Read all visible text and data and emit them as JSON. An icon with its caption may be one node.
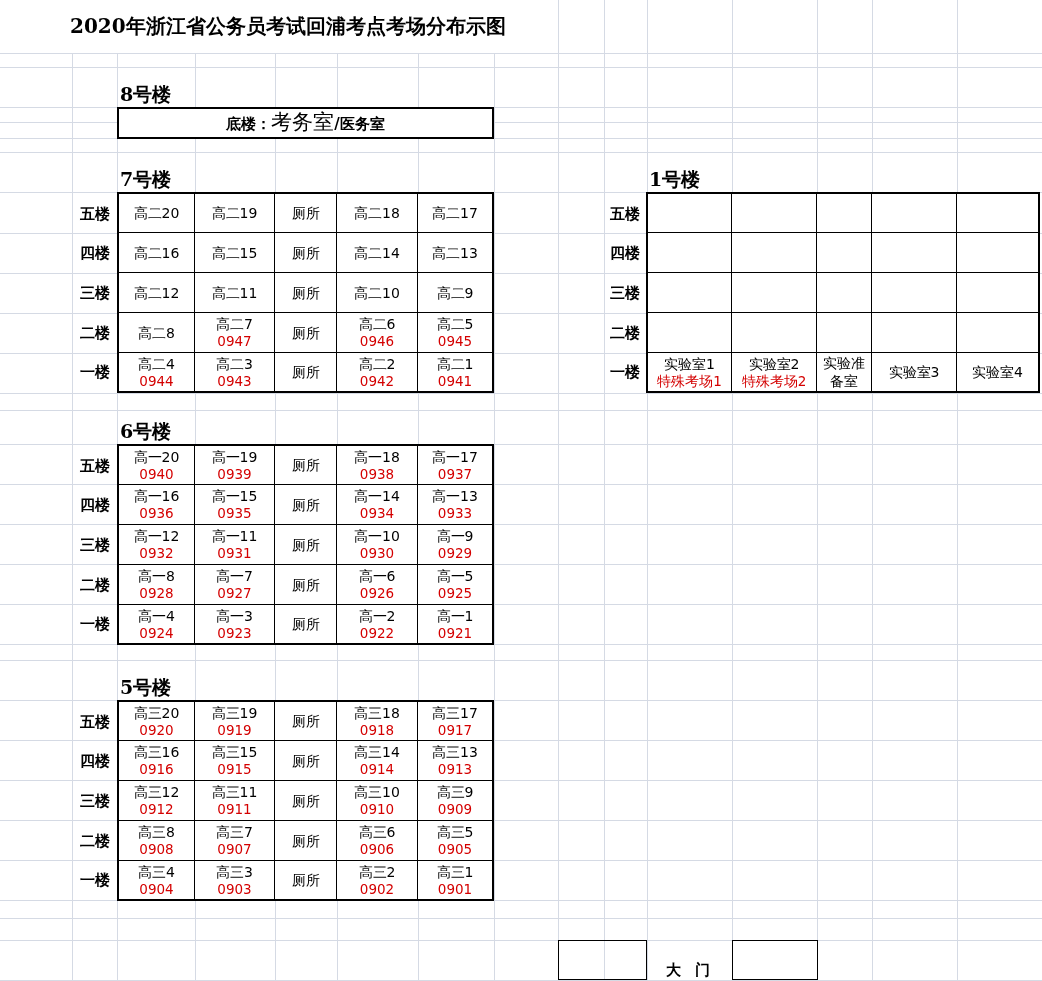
{
  "diagram": {
    "title": "2020年浙江省公务员考试回浦考点考场分布示图",
    "nodes": [
      {
        "text": [
          "8号楼",
          "**底楼：**考务室**/医务室**"
        ]
      },
      {
        "text": [
          "7号楼"
        ]
      },
      {
        "text": [
          "高二20"
        ],
        "in": 1
      },
      {
        "text": [
          "高二19"
        ],
        "in": 1
      },
      {
        "text": [
          "厕所"
        ],
        "in": 1
      },
      {
        "text": [
          "高二18"
        ],
        "in": 1
      },
      {
        "text": [
          "高二17"
        ],
        "in": 1
      },
      {
        "text": [
          "高二16"
        ],
        "in": 1
      },
      {
        "text": [
          "高二15"
        ],
        "in": 1
      },
      {
        "text": [
          "厕所"
        ],
        "in": 1
      },
      {
        "text": [
          "高二14"
        ],
        "in": 1
      },
      {
        "text": [
          "高二13"
        ],
        "in": 1
      },
      {
        "text": [
          "高二12"
        ],
        "in": 1
      },
      {
        "text": [
          "高二11"
        ],
        "in": 1
      },
      {
        "text": [
          "厕所"
        ],
        "in": 1
      },
      {
        "text": [
          "高二10"
        ],
        "in": 1
      },
      {
        "text": [
          "高二9"
        ],
        "in": 1
      },
      {
        "text": [
          "高二8"
        ],
        "in": 1
      },
      {
        "text": [
          "高二7",
          "0947"
        ],
        "in": 1
      },
      {
        "text": [
          "厕所"
        ],
        "in": 1
      },
      {
        "text": [
          "高二6",
          "0946"
        ],
        "in": 1
      },
      {
        "text": [
          "高二5",
          "0945"
        ],
        "in": 1
      },
      {
        "text": [
          "高二4",
          "0944"
        ],
        "in": 1
      },
      {
        "text": [
          "高二3",
          "0943"
        ],
        "in": 1
      },
      {
        "text": [
          "厕所"
        ],
        "in": 1
      },
      {
        "text": [
          "高二2",
          "0942"
        ],
        "in": 1
      },
      {
        "text": [
          "高二1",
          "0941"
        ],
        "in": 1
      },
      {
        "text": [
          "1号楼"
        ]
      },
      {
        "text": [],
        "shape": "box",
        "in": 27
      },
      {
        "text": [],
        "shape": "box",
        "in": 27
      },
      {
        "text": [],
        "shape": "box",
        "in": 27
      },
      {
        "text": [],
        "shape": "box",
        "in": 27
      },
      {
        "text": [],
        "shape": "box",
        "in": 27
      },
      {
        "text": [],
        "shape": "box",
        "in": 27
      },
      {
        "text": [],
        "shape": "box",
        "in": 27
      },
      {
        "text": [],
        "shape": "box",
        "in": 27
      },
      {
        "text": [],
        "shape": "box",
        "in": 27
      },
      {
        "text": [],
        "shape": "box",
        "in": 27
      },
      {
        "text": [],
        "shape": "box",
        "in": 27
      },
      {
        "text": [],
        "shape": "box",
        "in": 27
      },
      {
        "text": [],
        "shape": "box",
        "in": 27
      },
      {
        "text": [],
        "shape": "box",
        "in": 27
      },
      {
        "text": [],
        "shape": "box",
        "in": 27
      },
      {
        "text": [],
        "shape": "box",
        "in": 27
      },
      {
        "text": [],
        "shape": "box",
        "in": 27
      },
      {
        "text": [],
        "shape": "box",
        "in": 27
      },
      {
        "text": [],
        "shape": "box",
        "in": 27
      },
      {
        "text": [],
        "shape": "box",
        "in": 27
      },
      {
        "text": [
          "实验室1",
          "特殊考场1"
        ],
        "in": 27
      },
      {
        "text": [
          "实验室2",
          "特殊考场2"
        ],
        "in": 27
      },
      {
        "text": [
          "实验准备室"
        ],
        "in": 27
      },
      {
        "text": [
          "实验室3"
        ],
        "in": 27
      },
      {
        "text": [
          "实验室4"
        ],
        "in": 27
      },
      {
        "text": [
          "6号楼"
        ]
      },
      {
        "text": [
          "高一20",
          "0940"
        ],
        "in": 53
      },
      {
        "text": [
          "高一19",
          "0939"
        ],
        "in": 53
      },
      {
        "text": [
          "厕所"
        ],
        "in": 53
      },
      {
        "text": [
          "高一18",
          "0938"
        ],
        "in": 53
      },
      {
        "text": [
          "高一17",
          "0937"
        ],
        "in": 53
      },
      {
        "text": [
          "高一16",
          "0936"
        ],
        "in": 53
      },
      {
        "text": [
          "高一15",
          "0935"
        ],
        "in": 53
      },
      {
        "text": [
          "厕所"
        ],
        "in": 53
      },
      {
        "text": [
          "高一14",
          "0934"
        ],
        "in": 53
      },
      {
        "text": [
          "高一13",
          "0933"
        ],
        "in": 53
      },
      {
        "text": [
          "高一12",
          "0932"
        ],
        "in": 53
      },
      {
        "text": [
          "高一11",
          "0931"
        ],
        "in": 53
      },
      {
        "text": [
          "厕所"
        ],
        "in": 53
      },
      {
        "text": [
          "高一10",
          "0930"
        ],
        "in": 53
      },
      {
        "text": [
          "高一9",
          "0929"
        ],
        "in": 53
      },
      {
        "text": [
          "高一8",
          "0928"
        ],
        "in": 53
      },
      {
        "text": [
          "高一7",
          "0927"
        ],
        "in": 53
      },
      {
        "text": [
          "厕所"
        ],
        "in": 53
      },
      {
        "text": [
          "高一6",
          "0926"
        ],
        "in": 53
      },
      {
        "text": [
          "高一5",
          "0925"
        ],
        "in": 53
      },
      {
        "text": [
          "高一4",
          "0924"
        ],
        "in": 53
      },
      {
        "text": [
          "高一3",
          "0923"
        ],
        "in": 53
      },
      {
        "text": [
          "厕所"
        ],
        "in": 53
      },
      {
        "text": [
          "高一2",
          "0922"
        ],
        "in": 53
      },
      {
        "text": [
          "高一1",
          "0921"
        ],
        "in": 53
      },
      {
        "text": [
          "5号楼"
        ]
      },
      {
        "text": [
          "高三20",
          "0920"
        ],
        "in": 79
      },
      {
        "text": [
          "高三19",
          "0919"
        ],
        "in": 79
      },
      {
        "text": [
          "厕所"
        ],
        "in": 79
      },
      {
        "text": [
          "高三18",
          "0918"
        ],
        "in": 79
      },
      {
        "text": [
          "高三17",
          "0917"
        ],
        "in": 79
      },
      {
        "text": [
          "高三16",
          "0916"
        ],
        "in": 79
      },
      {
        "text": [
          "高三15",
          "0915"
        ],
        "in": 79
      },
      {
        "text": [
          "厕所"
        ],
        "in": 79
      },
      {
        "text": [
          "高三14",
          "0914"
        ],
        "in": 79
      },
      {
        "text": [
          "高三13",
          "0913"
        ],
        "in": 79
      },
      {
        "text": [
          "高三12",
          "0912"
        ],
        "in": 79
      },
      {
        "text": [
          "高三11",
          "0911"
        ],
        "in": 79
      },
      {
        "text": [
          "厕所"
        ],
        "in": 79
      },
      {
        "text": [
          "高三10",
          "0910"
        ],
        "in": 79
      },
      {
        "text": [
          "高三9",
          "0909"
        ],
        "in": 79
      },
      {
        "text": [
          "高三8",
          "0908"
        ],
        "in": 79
      },
      {
        "text": [
          "高三7",
          "0907"
        ],
        "in": 79
      },
      {
        "text": [
          "厕所"
        ],
        "in": 79
      },
      {
        "text": [
          "高三6",
          "0906"
        ],
        "in": 79
      },
      {
        "text": [
          "高三5",
          "0905"
        ],
        "in": 79
      },
      {
        "text": [
          "高三4",
          "0904"
        ],
        "in": 79
      },
      {
        "text": [
          "高三3",
          "0903"
        ],
        "in": 79
      },
      {
        "text": [
          "厕所"
        ],
        "in": 79
      },
      {
        "text": [
          "高三2",
          "0902"
        ],
        "in": 79
      },
      {
        "text": [
          "高三1",
          "0901"
        ],
        "in": 79
      },
      {
        "text": [],
        "shape": "box"
      },
      {
        "text": [],
        "shape": "box"
      }
    ],
    "labels": [
      "五楼",
      "四楼",
      "三楼",
      "二楼",
      "一楼",
      "五楼",
      "四楼",
      "三楼",
      "二楼",
      "一楼",
      "五楼",
      "四楼",
      "三楼",
      "二楼",
      "一楼",
      "五楼",
      "四楼",
      "三楼",
      "二楼",
      "一楼",
      "大 门"
    ]
  }
}
